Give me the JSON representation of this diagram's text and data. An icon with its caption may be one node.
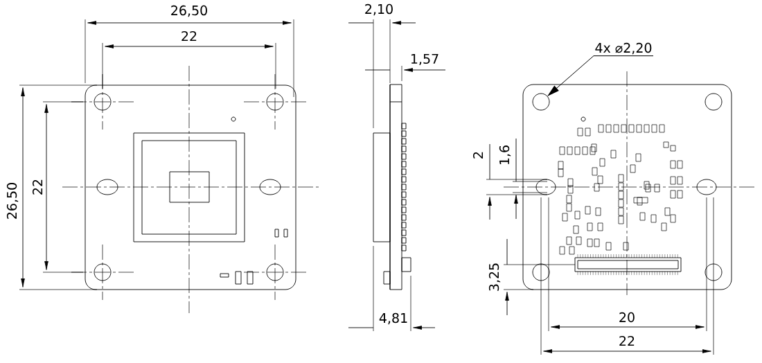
{
  "diagram": {
    "nodes": [
      {
        "text": [
          "4x ⌀2,20"
        ]
      },
      {
        "text": [],
        "shape": "circle"
      }
    ],
    "edges": [
      {
        "from": 0,
        "to": 1,
        "arrow": "to"
      }
    ],
    "labels": [
      "26,50",
      "22",
      "2,10",
      "1,57",
      "26,50",
      "22",
      "2",
      "1,6",
      "3,25",
      "4,81",
      "20",
      "22"
    ]
  }
}
